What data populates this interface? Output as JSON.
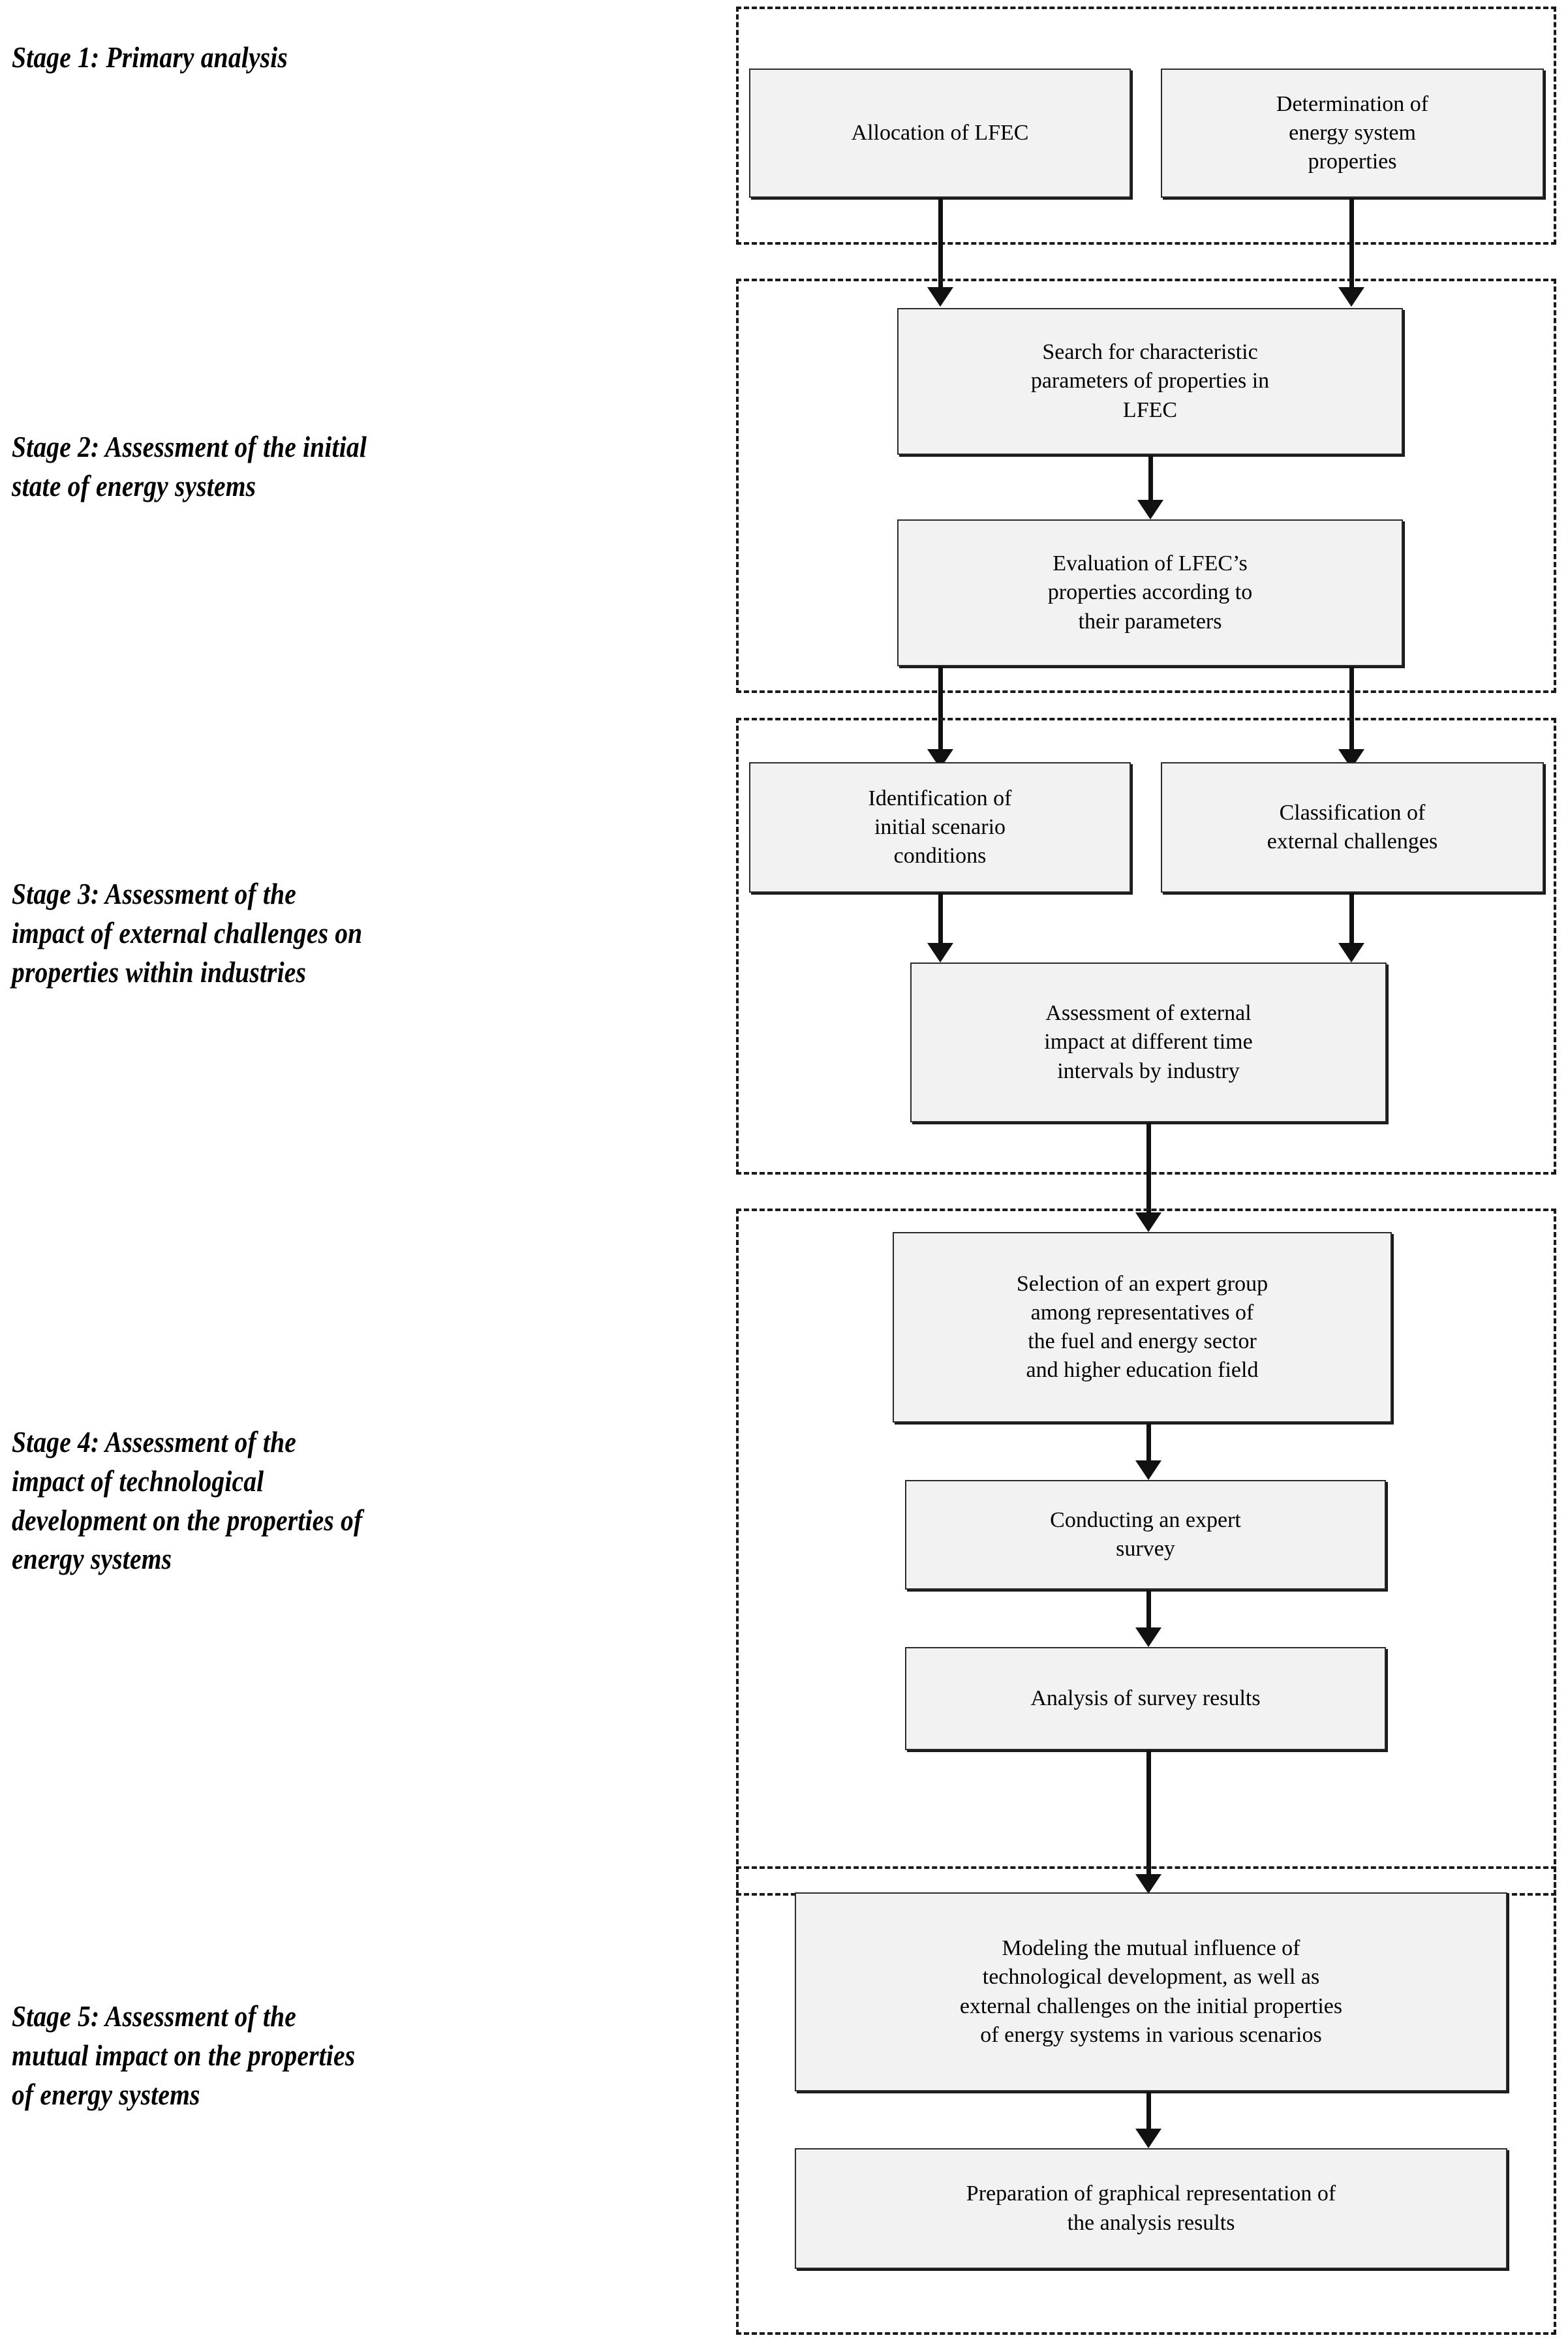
{
  "diagram": {
    "title": "Five-stage energy system assessment methodology flowchart",
    "stages": [
      {
        "id": "stage-1",
        "label": "Stage 1: Primary analysis",
        "nodes": [
          {
            "id": "node-allocation-lfec",
            "text": "Allocation of LFEC"
          },
          {
            "id": "node-determination-properties",
            "text": "Determination of\nenergy system\nproperties"
          }
        ]
      },
      {
        "id": "stage-2",
        "label": "Stage 2: Assessment of the initial\nstate of energy systems",
        "nodes": [
          {
            "id": "node-search-parameters",
            "text": "Search for characteristic\nparameters of properties in\nLFEC"
          },
          {
            "id": "node-evaluation-properties",
            "text": "Evaluation of LFEC’s\nproperties according to\ntheir parameters"
          }
        ]
      },
      {
        "id": "stage-3",
        "label": "Stage 3: Assessment of the\nimpact of external challenges on\nproperties within industries",
        "nodes": [
          {
            "id": "node-identification-conditions",
            "text": "Identification of\ninitial scenario\nconditions"
          },
          {
            "id": "node-classification-challenges",
            "text": "Classification of\nexternal challenges"
          },
          {
            "id": "node-assessment-external-impact",
            "text": "Assessment of external\nimpact at different time\nintervals by industry"
          }
        ]
      },
      {
        "id": "stage-4",
        "label": "Stage 4: Assessment of the\nimpact of technological\ndevelopment on the properties of\nenergy systems",
        "nodes": [
          {
            "id": "node-expert-group",
            "text": "Selection of an expert group\namong representatives of\nthe fuel and energy sector\nand higher education field"
          },
          {
            "id": "node-expert-survey",
            "text": "Conducting an expert\nsurvey"
          },
          {
            "id": "node-survey-analysis",
            "text": "Analysis of survey results"
          }
        ]
      },
      {
        "id": "stage-5",
        "label": "Stage 5: Assessment of the\nmutual impact on the properties\nof energy systems",
        "nodes": [
          {
            "id": "node-modeling-mutual-influence",
            "text": "Modeling the mutual influence of\ntechnological development, as well as\nexternal challenges on the initial properties\nof energy systems in various scenarios"
          },
          {
            "id": "node-graphical-representation",
            "text": "Preparation of graphical representation of\nthe analysis results"
          }
        ]
      }
    ],
    "colors": {
      "node_fill": "#f2f2f2",
      "node_border": "#2b2b2b",
      "stage_border": "#1a1a1a",
      "connector": "#111111",
      "text": "#000000",
      "background": "#ffffff"
    }
  }
}
